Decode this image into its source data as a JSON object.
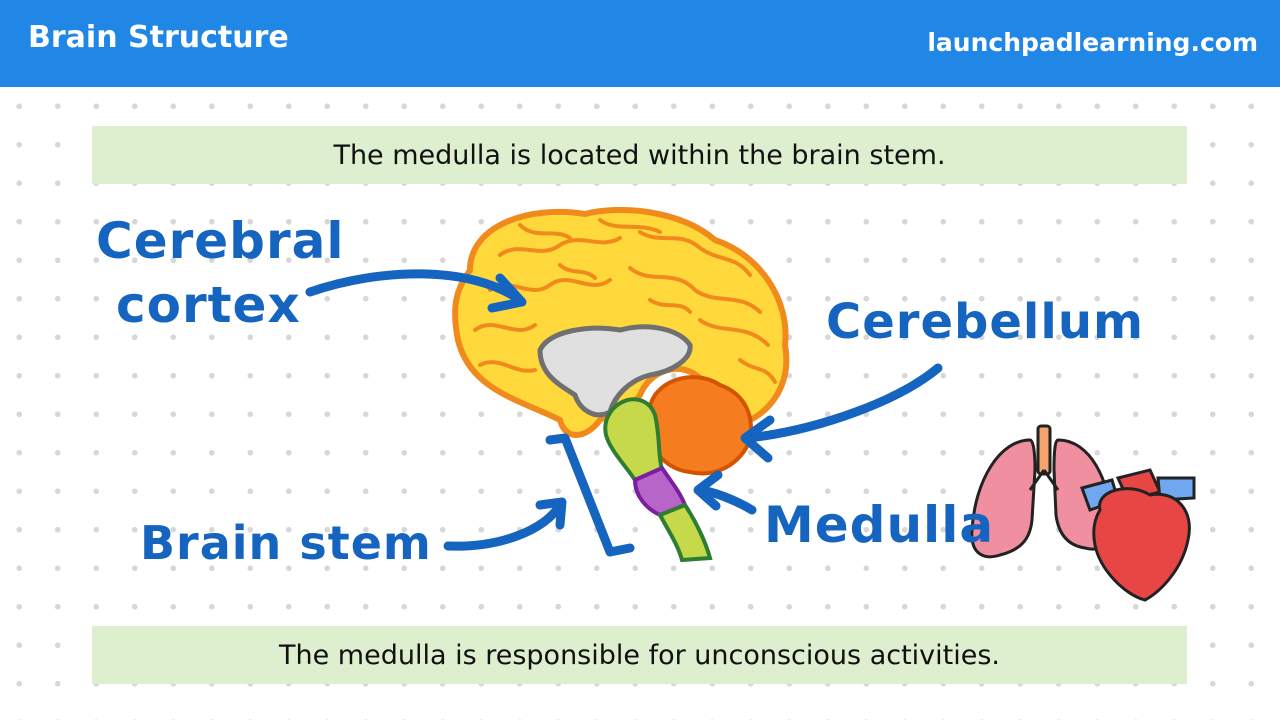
{
  "header": {
    "title": "Brain Structure",
    "site": "launchpadlearning.com"
  },
  "facts": {
    "top": "The medulla is located within the brain stem.",
    "bottom": "The medulla is responsible for unconscious activities."
  },
  "labels": {
    "cerebral_line1": "Cerebral",
    "cerebral_line2": "cortex",
    "cerebellum": "Cerebellum",
    "brain_stem": "Brain stem",
    "medulla": "Medulla"
  },
  "colors": {
    "header": "#2187e7",
    "fact_box": "#ddefcf",
    "label_blue": "#1565c0",
    "cortex_yellow": "#ffd93b",
    "cortex_outline": "#f08a1c",
    "cerebellum_orange": "#f57c1f",
    "brain_stem_green": "#c5d94a",
    "medulla_purple": "#b865c9",
    "lungs_pink": "#ef8fa0",
    "heart_red": "#e84545"
  },
  "icons": {
    "organs": "lungs-and-heart-icon"
  }
}
